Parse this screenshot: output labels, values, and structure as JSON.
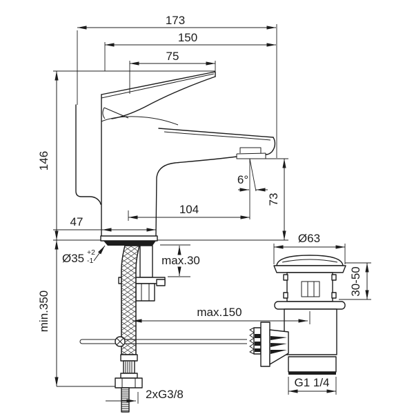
{
  "drawing": {
    "product": "single-lever-basin-mixer-dimensional-drawing",
    "background": "#ffffff",
    "line_color": "#1c1c1c",
    "labels": {
      "overall_depth": "173",
      "depth_to_spout_tip": "150",
      "handle_reach": "75",
      "body_height": "146",
      "spout_reach": "104",
      "spray_angle": "6°",
      "spout_outlet_height": "73",
      "base_depth": "47",
      "hole_diameter": "Ø35",
      "hole_tolerance_plus": "+2",
      "hole_tolerance_minus": "-1",
      "deck_thickness": "max.30",
      "hose_clearance": "min.350",
      "rod_reach": "max.150",
      "waste_flange_diameter": "Ø63",
      "waste_clamping_range": "30-50",
      "supply_connection": "2xG3/8",
      "waste_thread": "G1 1/4"
    }
  }
}
